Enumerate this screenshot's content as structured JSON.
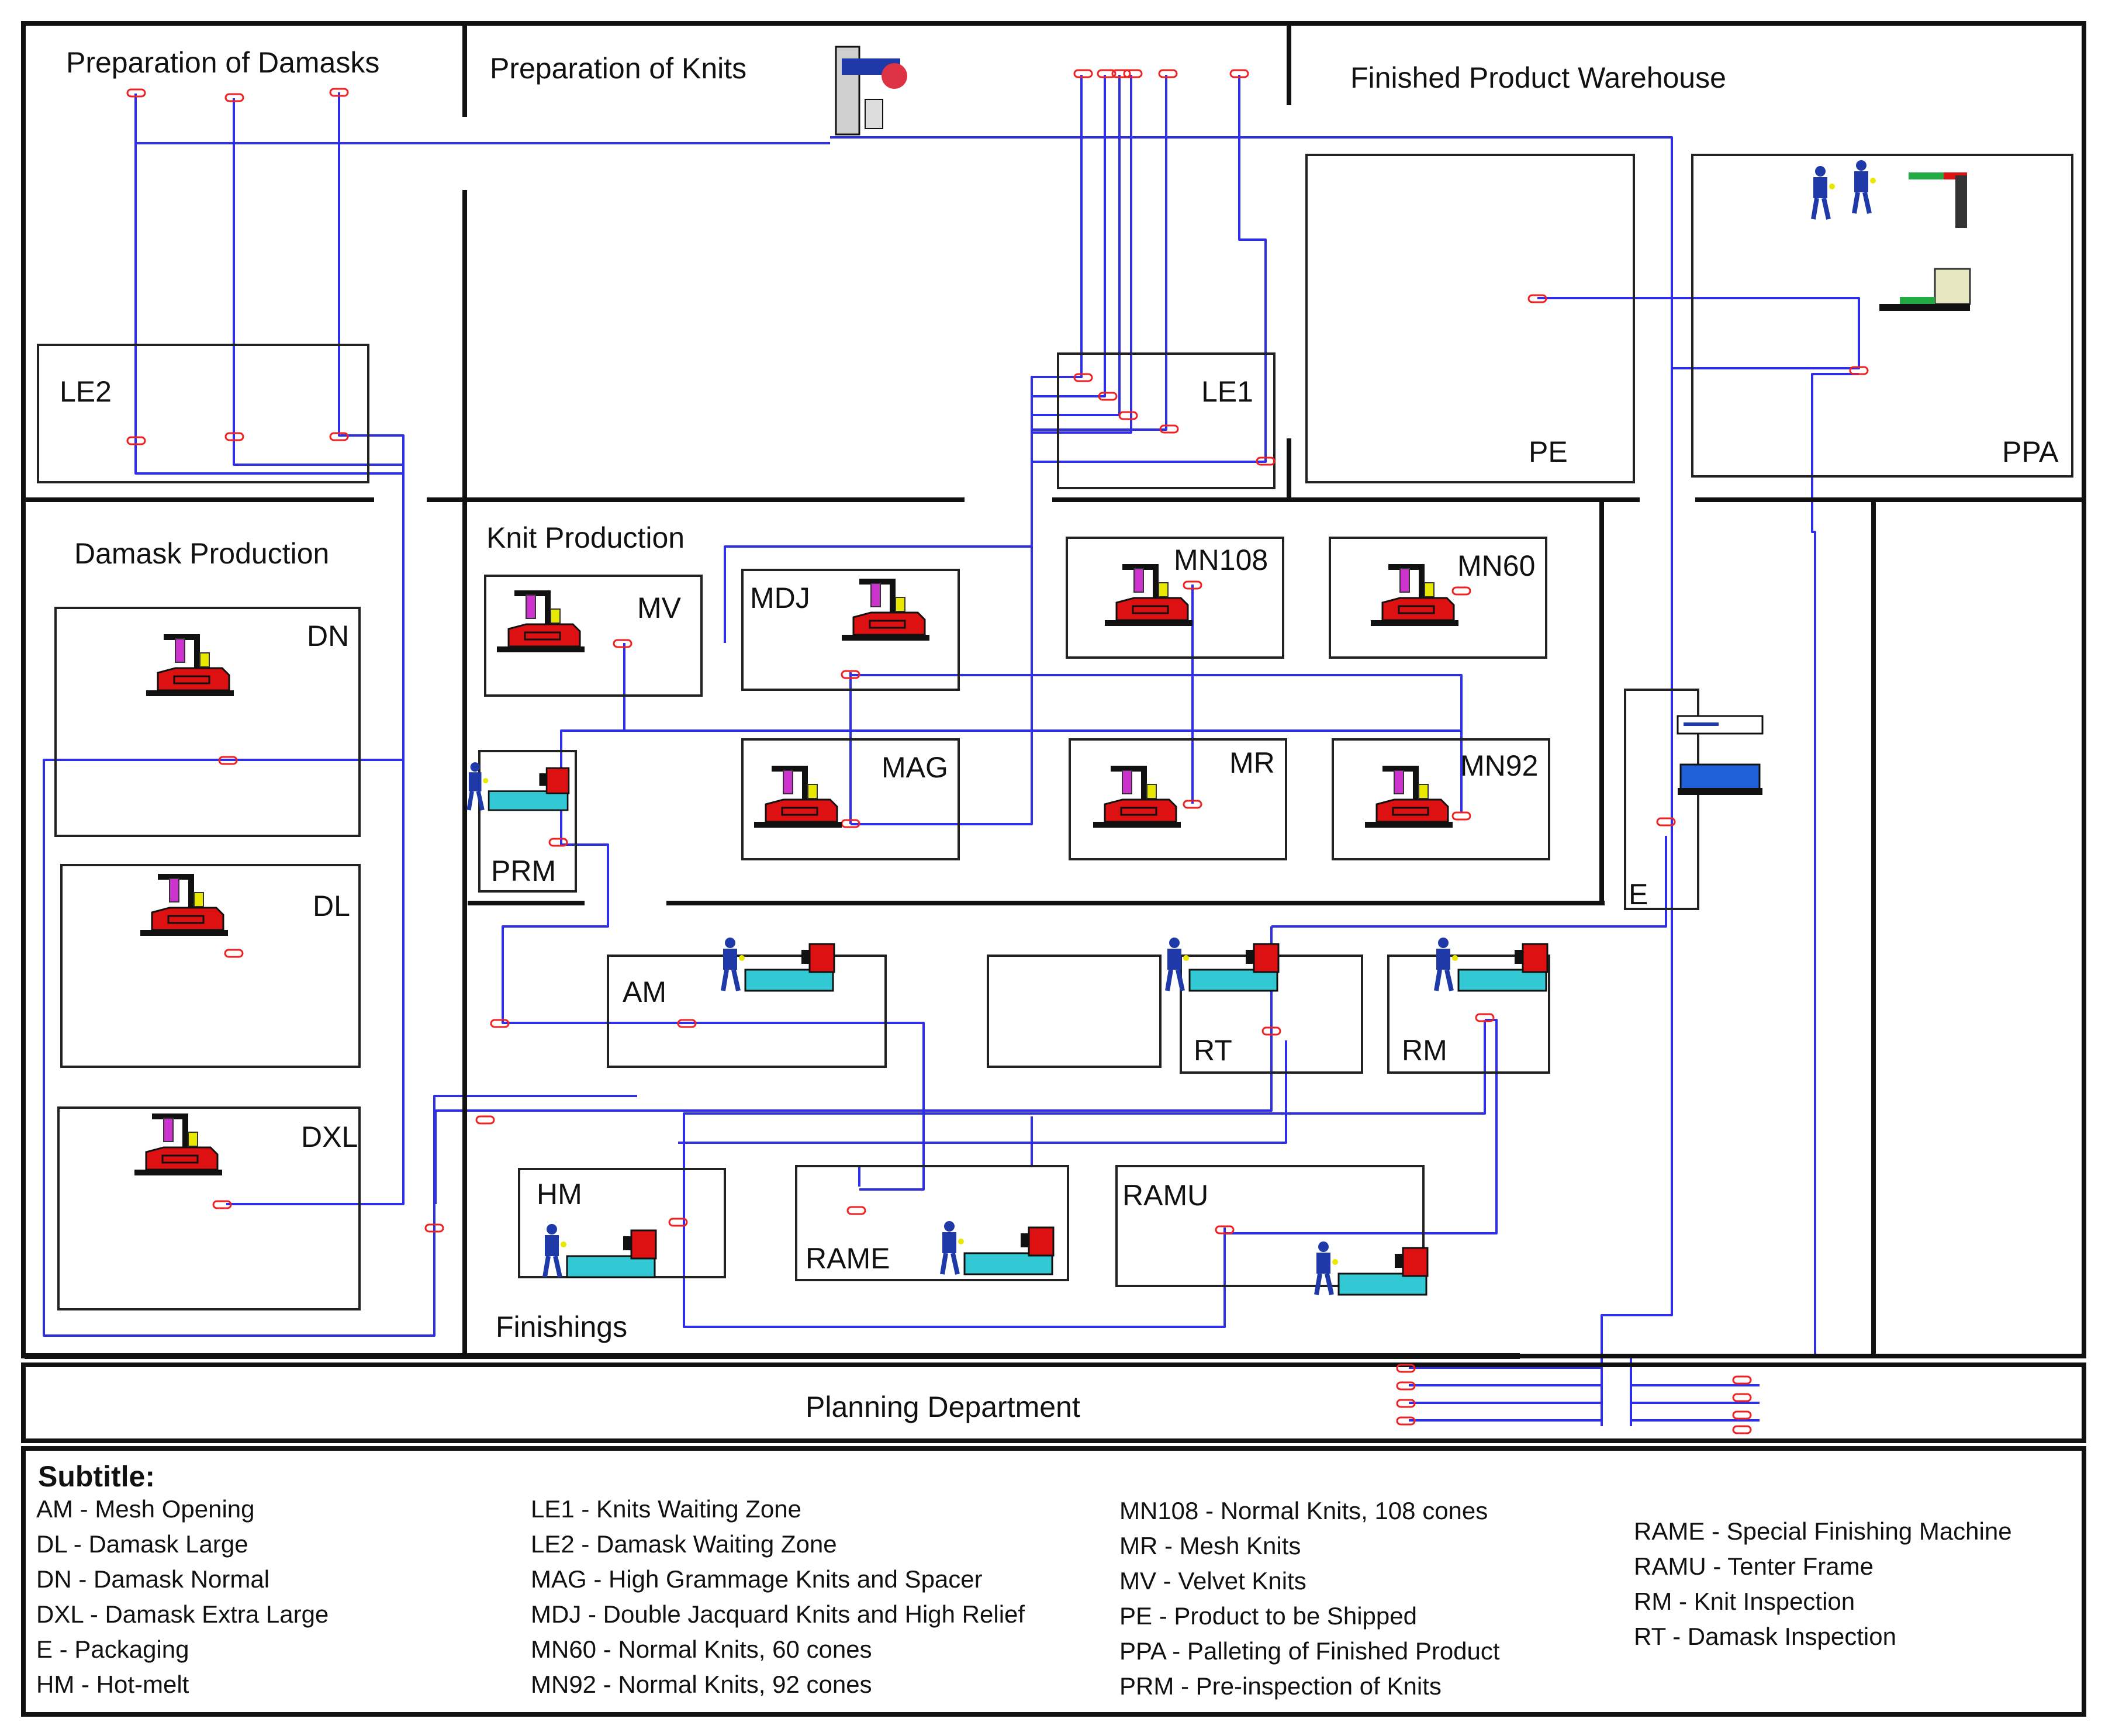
{
  "areas": {
    "prep_damasks": "Preparation of Damasks",
    "prep_knits": "Preparation of Knits",
    "warehouse": "Finished Product Warehouse",
    "damask_production": "Damask Production",
    "knit_production": "Knit Production",
    "finishings": "Finishings",
    "planning": "Planning Department"
  },
  "stations": {
    "le2": "LE2",
    "le1": "LE1",
    "pe": "PE",
    "ppa": "PPA",
    "dn": "DN",
    "dl": "DL",
    "dxl": "DXL",
    "mv": "MV",
    "mdj": "MDJ",
    "mn108": "MN108",
    "mn60": "MN60",
    "mag": "MAG",
    "mr": "MR",
    "mn92": "MN92",
    "prm": "PRM",
    "e": "E",
    "am": "AM",
    "rt": "RT",
    "rm": "RM",
    "hm": "HM",
    "rame": "RAME",
    "ramu": "RAMU"
  },
  "legend": {
    "title": "Subtitle:",
    "col1": [
      "AM - Mesh Opening",
      "DL - Damask Large",
      "DN - Damask Normal",
      "DXL - Damask Extra Large",
      "E - Packaging",
      "HM - Hot-melt"
    ],
    "col2": [
      "LE1 - Knits Waiting Zone",
      "LE2 - Damask Waiting Zone",
      "MAG - High Grammage Knits and Spacer",
      "MDJ - Double Jacquard Knits and High Relief",
      "MN60 - Normal Knits, 60 cones",
      "MN92 - Normal Knits, 92 cones"
    ],
    "col3": [
      "MN108 - Normal Knits, 108 cones",
      "MR - Mesh Knits",
      "MV - Velvet Knits",
      "PE - Product to be Shipped",
      "PPA - Palleting of Finished Product",
      "PRM - Pre-inspection of Knits"
    ],
    "col4": [
      "RAME - Special Finishing Machine",
      "RAMU - Tenter Frame",
      "RM - Knit Inspection",
      "RT - Damask Inspection"
    ]
  },
  "colors": {
    "path": "#2f2fe8",
    "walls": "#111111",
    "machine": "#dd1111",
    "table": "#33c9d4",
    "operator": "#1f3aa8",
    "node": "#ee2222"
  },
  "icons": [
    "knitting-machine-icon",
    "operator-station-icon",
    "worker-icon",
    "printer-icon",
    "packaging-scale-icon"
  ]
}
